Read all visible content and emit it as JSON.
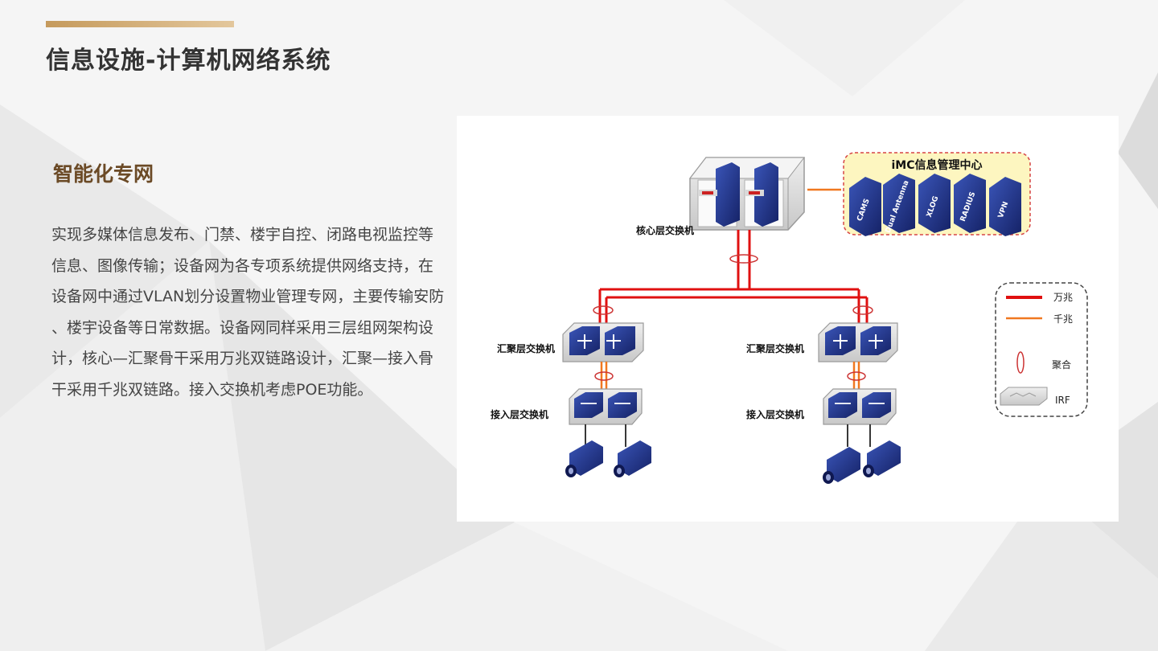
{
  "page": {
    "title": "信息设施-计算机网络系统",
    "section_heading": "智能化专网",
    "body": "实现多媒体信息发布、门禁、楼宇自控、闭路电视监控等\n信息、图像传输；设备网为各专项系统提供网络支持，在\n设备网中通过VLAN划分设置物业管理专网，主要传输安防\n、楼宇设备等日常数据。设备网同样采用三层组网架构设\n计，核心—汇聚骨干采用万兆双链路设计，汇聚—接入骨\n干采用千兆双链路。接入交换机考虑POE功能。",
    "accent_color": "#c59a5c",
    "heading_color": "#6b4a26"
  },
  "diagram": {
    "core_label": "核心层交换机",
    "imc_title": "iMC信息管理中心",
    "imc_servers": [
      "CAMS",
      "Dual Antenna",
      "XLOG",
      "RADIUS",
      "VPN"
    ],
    "aggregation_label": "汇聚层交换机",
    "access_label": "接入层交换机",
    "legend": {
      "ten_gig": "万兆",
      "gig": "千兆",
      "lag": "聚合",
      "irf": "IRF"
    },
    "colors": {
      "ten_gig": "#e01010",
      "gig": "#f07820",
      "device_blue": "#1c2d7a",
      "imc_bg": "#fdf6c0"
    }
  }
}
